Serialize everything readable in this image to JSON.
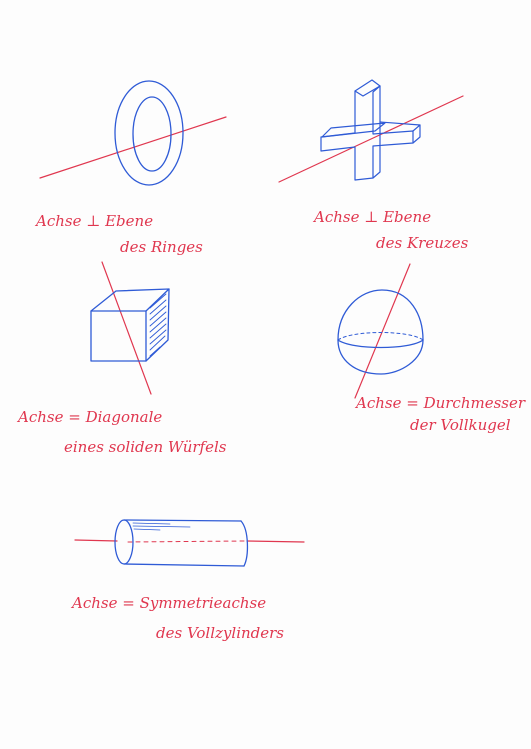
{
  "colors": {
    "shape": "#2f5bd6",
    "axis": "#e0374f",
    "paper": "#fdfdfd"
  },
  "captions": {
    "ring": [
      "Achse ⊥ Ebene",
      "des Ringes"
    ],
    "cross": [
      "Achse ⊥ Ebene",
      "des Kreuzes"
    ],
    "cube": [
      "Achse = Diagonale",
      "eines soliden Würfels"
    ],
    "sphere": [
      "Achse = Durchmesser",
      "der Vollkugel"
    ],
    "cylinder": [
      "Achse = Symmetrieachse",
      "des Vollzylinders"
    ]
  }
}
